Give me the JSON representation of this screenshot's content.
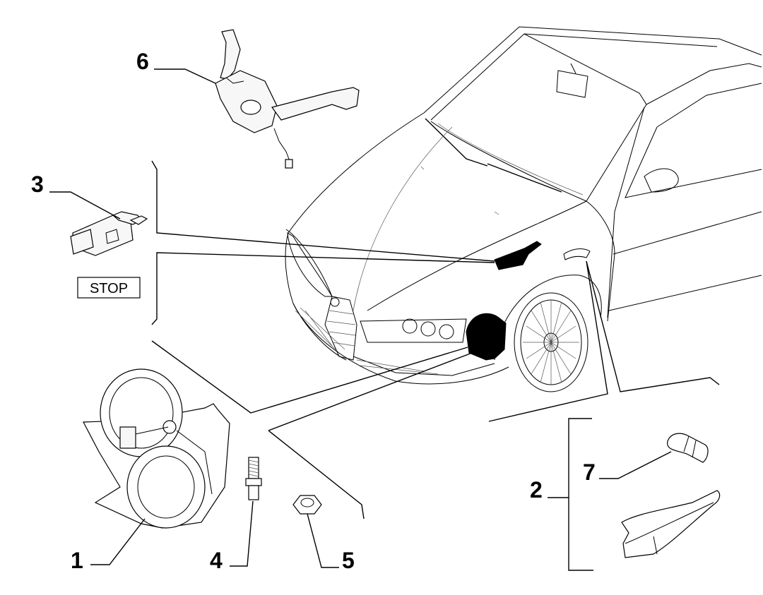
{
  "callouts": {
    "c1": "1",
    "c2": "2",
    "c3": "3",
    "c4": "4",
    "c5": "5",
    "c6": "6",
    "c7": "7"
  },
  "stop_label": "STOP"
}
